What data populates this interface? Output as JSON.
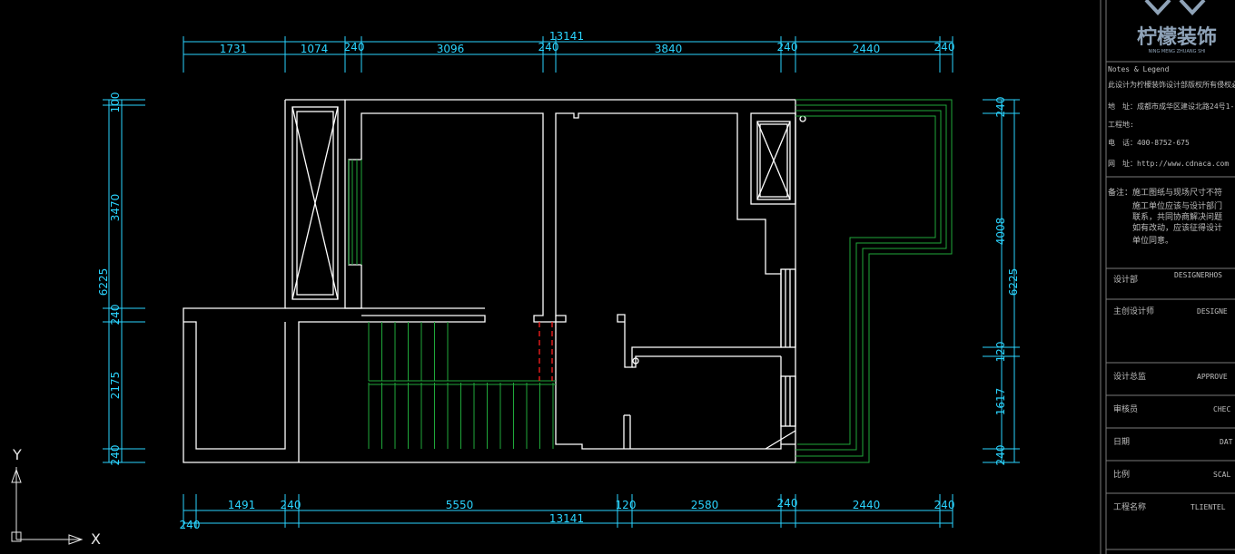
{
  "colors": {
    "dimension": "#2ad4ff",
    "wall": "#ffffff",
    "green": "#1fa83a",
    "red": "#ff2020",
    "titleblock": "#bfbfbf"
  },
  "dimensions": {
    "top_total": "13141",
    "top_segments": [
      "1731",
      "1074",
      "240",
      "3096",
      "240",
      "3840",
      "240",
      "2440",
      "240"
    ],
    "bottom_total": "13141",
    "bottom_segments": [
      "240",
      "1491",
      "240",
      "5550",
      "120",
      "2580",
      "240",
      "2440",
      "240"
    ],
    "left_total": "6225",
    "left_segments": [
      "100",
      "3470",
      "240",
      "2175",
      "240"
    ],
    "right_total": "6225",
    "right_segments": [
      "240",
      "4008",
      "120",
      "1617",
      "240"
    ]
  },
  "ucs": {
    "y_label": "Y",
    "x_label": "X"
  },
  "titleblock": {
    "logo_text": "柠檬装饰",
    "logo_subtitle": "NING MENG ZHUANG SHI",
    "notes_heading": "Notes & Legend",
    "copyright": "此设计为柠檬装饰设计部版权所有侵权必究",
    "address": "地　址：成都市成华区建设北路24号1-",
    "project": "工程地:",
    "phone": "电　话：400-8752-675",
    "website": "网　址：http://www.cdnaca.com",
    "remark_lines": [
      "备注：施工图纸与现场尺寸不符",
      "　　　施工单位应该与设计部门",
      "　　　联系，共同协商解决问题",
      "　　　如有改动，应该征得设计",
      "　　　单位同意。"
    ],
    "rows": [
      {
        "label": "设计部",
        "value": "DESIGNERHOS"
      },
      {
        "label": "主创设计师",
        "value": "DESIGNE"
      },
      {
        "label": "设计总监",
        "value": "APPROVE"
      },
      {
        "label": "审核员",
        "value": "CHEC"
      },
      {
        "label": "日期",
        "value": "DAT"
      },
      {
        "label": "比例",
        "value": "SCAL"
      },
      {
        "label": "工程名称",
        "value": "TLIENTEL"
      }
    ]
  }
}
